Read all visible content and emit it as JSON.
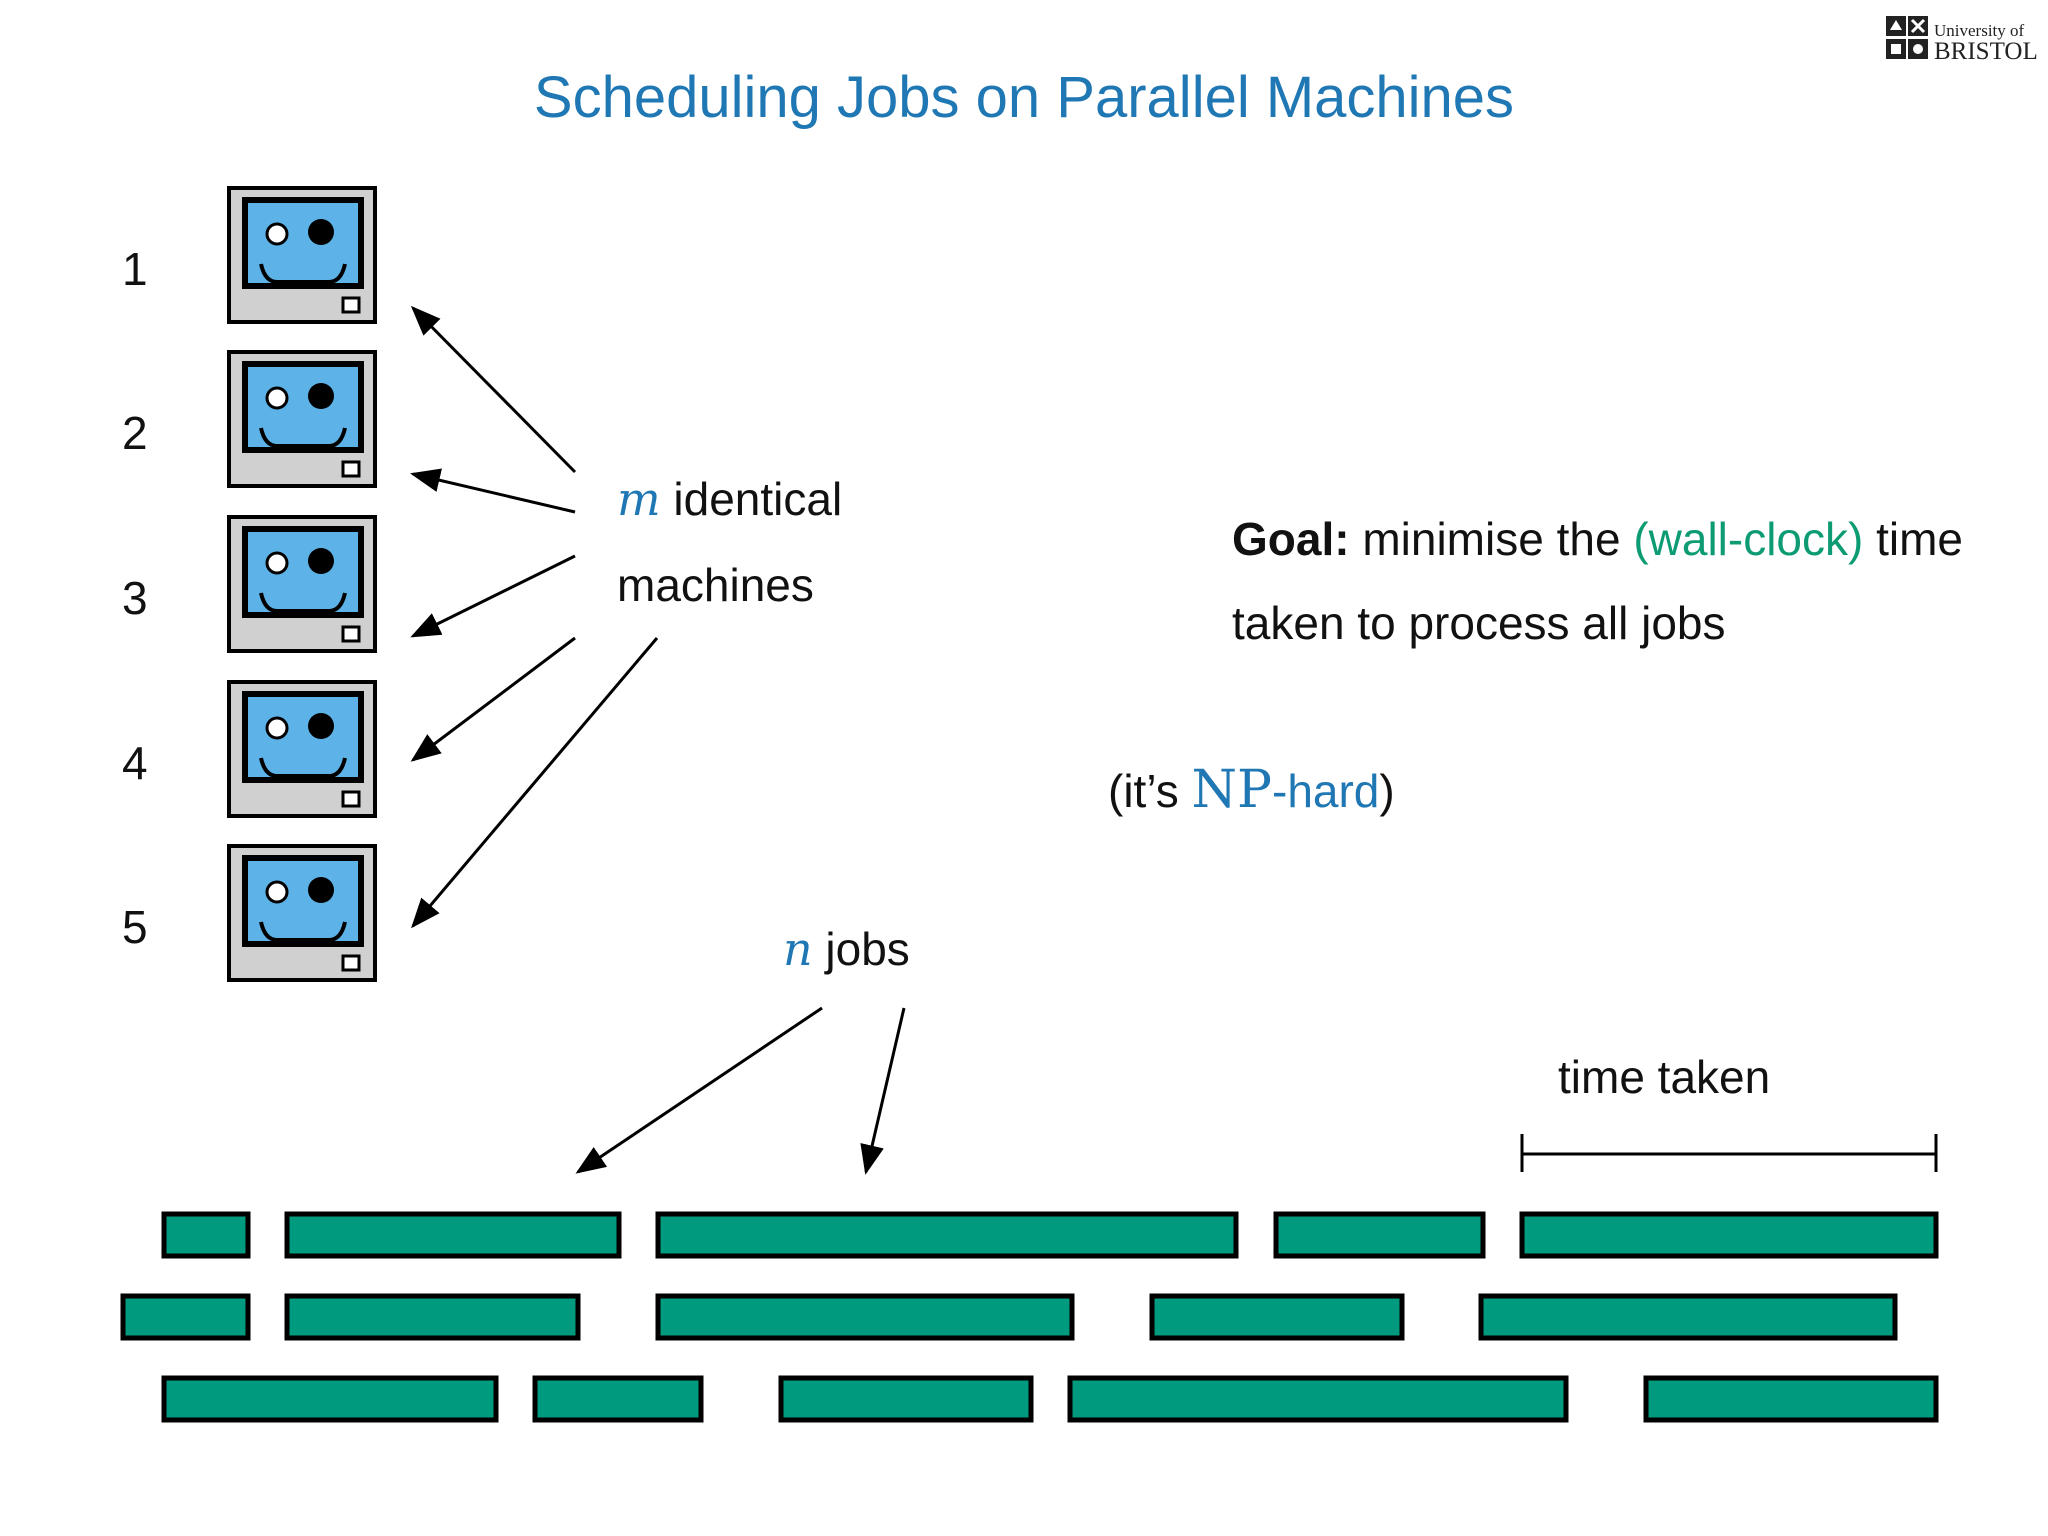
{
  "title": "Scheduling Jobs on Parallel Machines",
  "logo": {
    "line1": "University of",
    "line2": "BRISTOL"
  },
  "machines": {
    "labels": [
      "1",
      "2",
      "3",
      "4",
      "5"
    ]
  },
  "machines_caption": {
    "var": "m",
    "line1_rest": "identical",
    "line2": "machines"
  },
  "goal": {
    "bold": "Goal:",
    "part1": "minimise the",
    "highlight": "(wall-clock)",
    "part2": "time",
    "line2": "taken to process all jobs"
  },
  "np_note": {
    "open": "(it’s",
    "np": "NP",
    "rest": "-hard",
    "close": ")"
  },
  "jobs_caption": {
    "var": "n",
    "rest": "jobs"
  },
  "time_taken_label": "time taken",
  "colors": {
    "title": "#1f77b4",
    "job_fill": "#009a7e",
    "screen": "#5db3e8",
    "monitor_body": "#d0d0d0",
    "highlight_green": "#0d9b74"
  },
  "icons": [
    "monitor-icon",
    "arrow-icon",
    "bracket-icon",
    "logo-crest-icon"
  ],
  "jobs": {
    "row1": [
      "job",
      "job",
      "job",
      "job",
      "job"
    ],
    "row2": [
      "job",
      "job",
      "job",
      "job",
      "job"
    ],
    "row3": [
      "job",
      "job",
      "job",
      "job",
      "job"
    ]
  }
}
